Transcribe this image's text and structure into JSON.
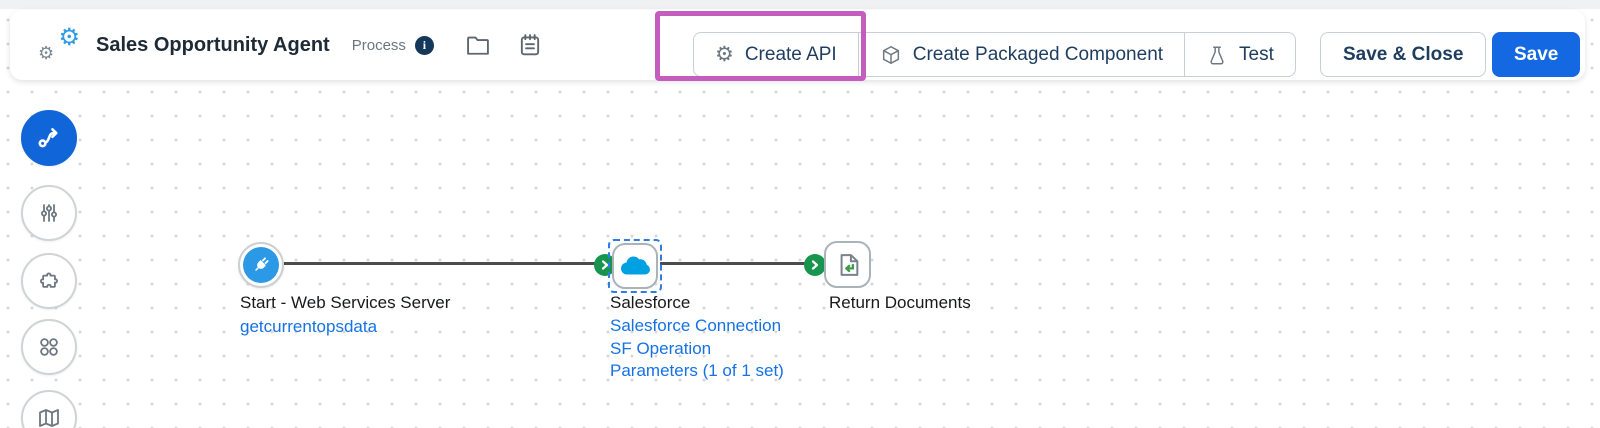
{
  "header": {
    "title": "Sales Opportunity Agent",
    "type_label": "Process",
    "info_glyph": "i",
    "gear_glyph": "⚙",
    "actions": {
      "create_api": "Create API",
      "create_packaged_component": "Create Packaged Component",
      "test": "Test",
      "save_and_close": "Save & Close",
      "save": "Save"
    }
  },
  "sidebar": {
    "items": [
      {
        "name": "process-flow",
        "selected": true
      },
      {
        "name": "configure-settings",
        "selected": false
      },
      {
        "name": "connectors",
        "selected": false
      },
      {
        "name": "components",
        "selected": false
      },
      {
        "name": "map",
        "selected": false
      }
    ]
  },
  "canvas": {
    "nodes": [
      {
        "title": "Start - Web Services Server",
        "links": [
          "getcurrentopsdata"
        ],
        "selected": false
      },
      {
        "title": "Salesforce",
        "links": [
          "Salesforce Connection",
          "SF Operation",
          "Parameters (1 of 1 set)"
        ],
        "selected": true
      },
      {
        "title": "Return Documents",
        "links": [],
        "selected": false
      }
    ]
  },
  "annotation": {
    "highlight_color": "#c35ebe"
  },
  "colors": {
    "primary_blue": "#1468e1",
    "selected_circle_blue": "#1065d8",
    "start_icon_blue": "#2b99e6",
    "salesforce_blue": "#00a1e0",
    "connector_green": "#17944d",
    "return_arrow_green": "#3d9c47",
    "link_blue": "#1672e4",
    "navy_text": "#1e3d5f"
  }
}
